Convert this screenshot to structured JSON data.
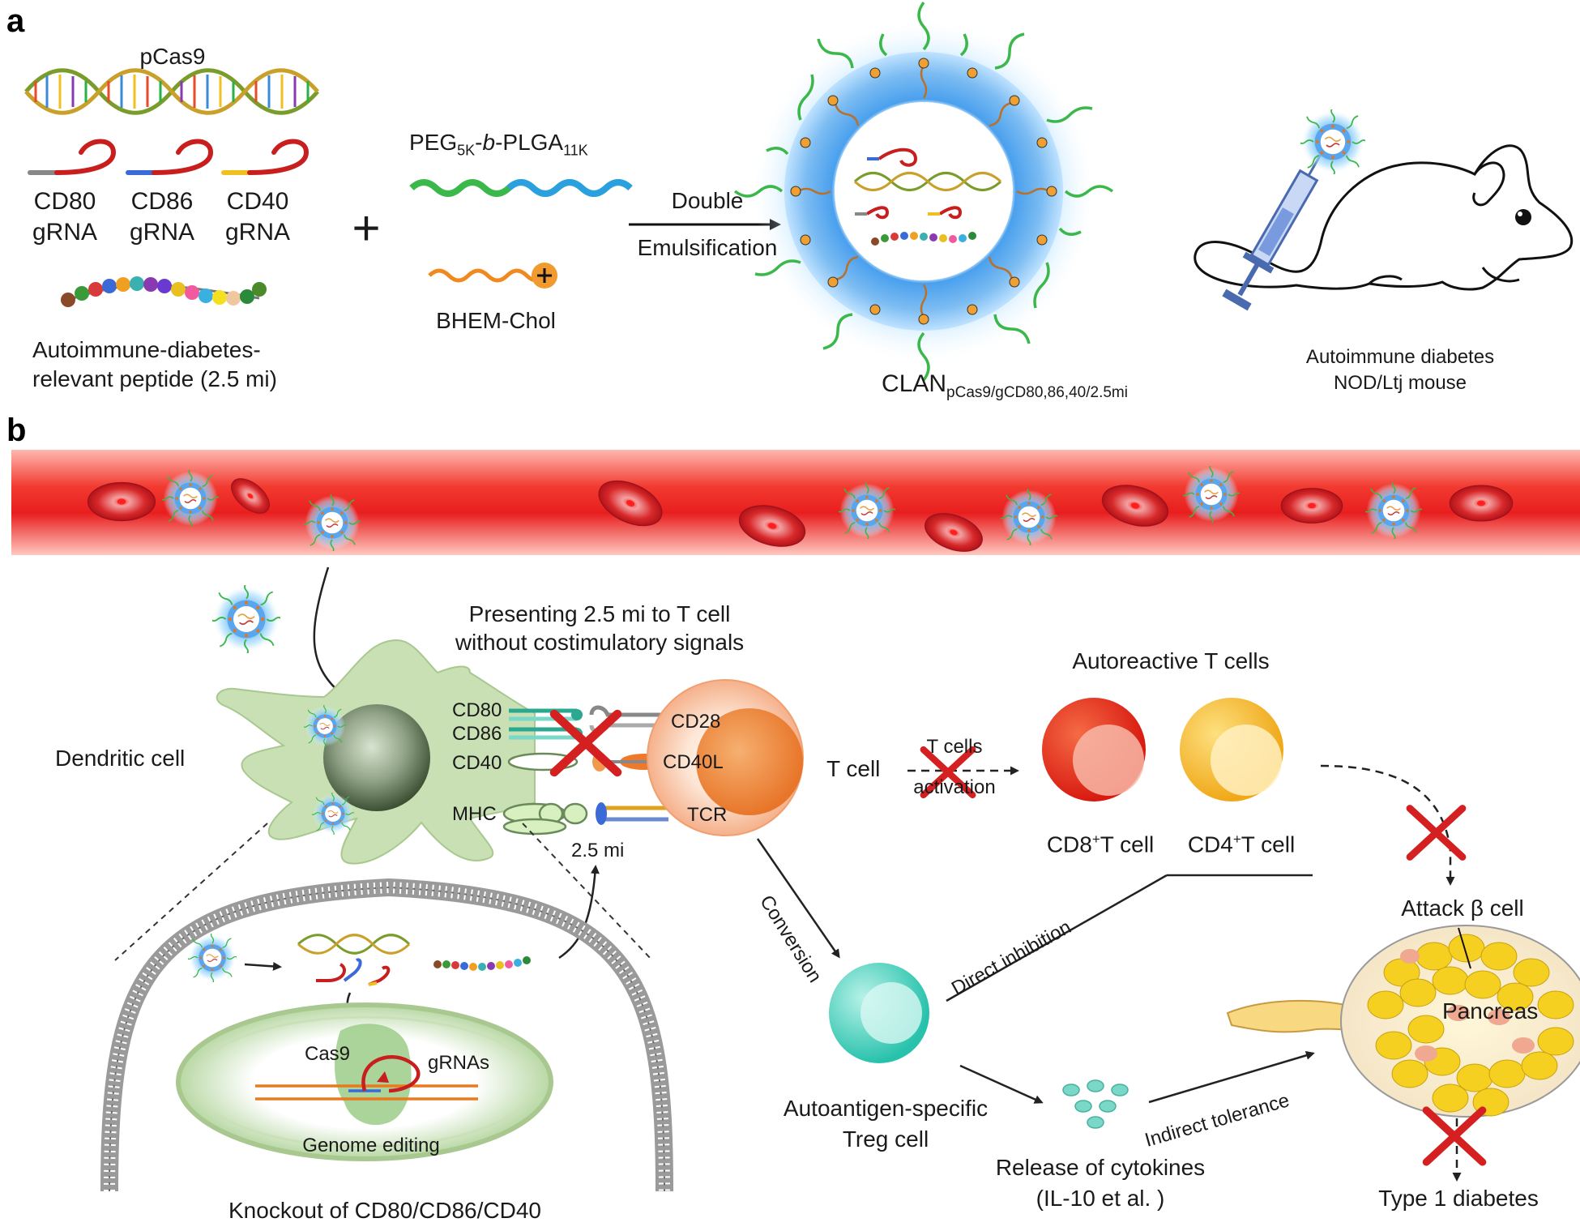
{
  "panels": {
    "a": "a",
    "b": "b"
  },
  "panel_a": {
    "pcas9": "pCas9",
    "grna_labels": [
      {
        "line1": "CD80",
        "line2": "gRNA"
      },
      {
        "line1": "CD86",
        "line2": "gRNA"
      },
      {
        "line1": "CD40",
        "line2": "gRNA"
      }
    ],
    "peptide_line1": "Autoimmune-diabetes-",
    "peptide_line2": "relevant peptide (2.5 mi)",
    "plus": "+",
    "peg": {
      "a": "PEG",
      "b": "5K",
      "c": "-",
      "d": "b",
      "e": "-PLGA",
      "f": "11K"
    },
    "bhem": "BHEM-Chol",
    "arrow_top": "Double",
    "arrow_bottom": "Emulsification",
    "clan": {
      "main": "CLAN",
      "sub": "pCas9/gCD80,86,40/2.5mi"
    },
    "mouse_line1": "Autoimmune diabetes",
    "mouse_line2": "NOD/Ltj mouse"
  },
  "panel_b": {
    "presenting_line1": "Presenting 2.5 mi to T cell",
    "presenting_line2": "without costimulatory signals",
    "dendritic_cell": "Dendritic cell",
    "dc_receptors": [
      "CD80",
      "CD86",
      "CD40",
      "MHC"
    ],
    "t_receptors": [
      "CD28",
      "CD40L",
      "TCR"
    ],
    "antigen": "2.5 mi",
    "t_cell": "T cell",
    "activation_line1": "T cells",
    "activation_line2": "activation",
    "autoreactive": "Autoreactive T cells",
    "cd8": {
      "a": "CD8",
      "sup": "+",
      "b": "T cell"
    },
    "cd4": {
      "a": "CD4",
      "sup": "+",
      "b": "T cell"
    },
    "conversion": "Conversion",
    "direct_inhibition": "Direct inhibition",
    "attack": "Attack β cell",
    "pancreas": "Pancreas",
    "treg_line1": "Autoantigen-specific",
    "treg_line2": "Treg cell",
    "indirect_tolerance": "Indirect tolerance",
    "cytokines_line1": "Release of cytokines",
    "cytokines_line2": "(IL-10 et al. )",
    "type1": "Type 1 diabetes",
    "cas9": "Cas9",
    "grnas": "gRNAs",
    "genome_editing": "Genome editing",
    "knockout": "Knockout of CD80/CD86/CD40"
  },
  "colors": {
    "vessel": "#e8242a",
    "rbc": "#c8181e",
    "dendritic": "#bcd9a4",
    "t_cell": "#f29a5c",
    "cd8": "#e8321e",
    "cd4": "#f2b81e",
    "treg": "#4ed1c0",
    "nanoparticle_shell": "#6fb4f0",
    "red_x": "#d42020"
  }
}
